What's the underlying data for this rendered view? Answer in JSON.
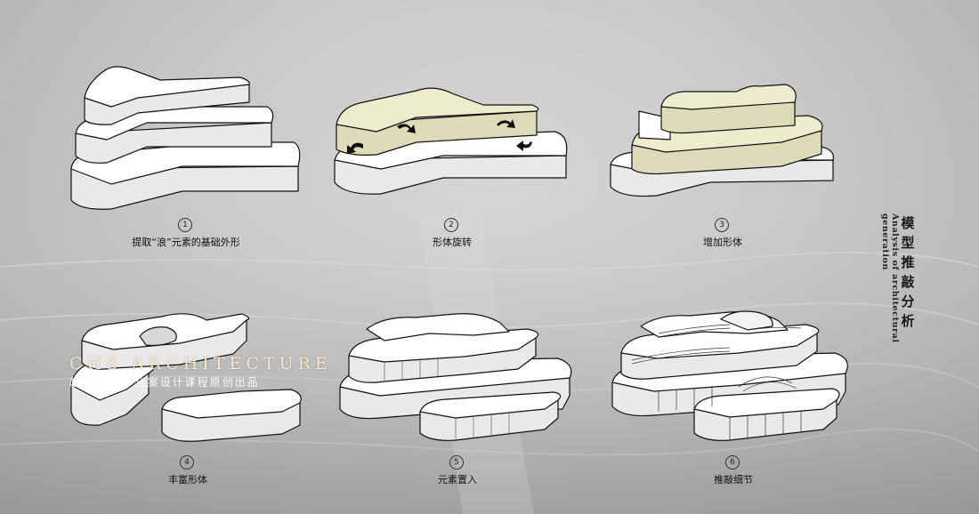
{
  "steps": [
    {
      "number": "1",
      "caption": "提取“浪”元素的基础外形"
    },
    {
      "number": "2",
      "caption": "形体旋转"
    },
    {
      "number": "3",
      "caption": "增加形体"
    },
    {
      "number": "4",
      "caption": "丰富形体"
    },
    {
      "number": "5",
      "caption": "元素置入"
    },
    {
      "number": "6",
      "caption": "推敲细节"
    }
  ],
  "side_title": {
    "chinese": [
      "模",
      "型",
      "推",
      "敲",
      "分",
      "析"
    ],
    "english": "Analysis of architectural generation"
  },
  "watermark": {
    "title": "CHS ARCHITECTURE",
    "subtitle": "超前设计 | 全案设计课程原创出品"
  },
  "colors": {
    "background": "#c9c9c9",
    "block_white": "#ffffff",
    "block_side": "#e6e6e6",
    "highlight": "#eeeccf",
    "highlight_side": "#dedbb8",
    "outline": "#111111"
  }
}
